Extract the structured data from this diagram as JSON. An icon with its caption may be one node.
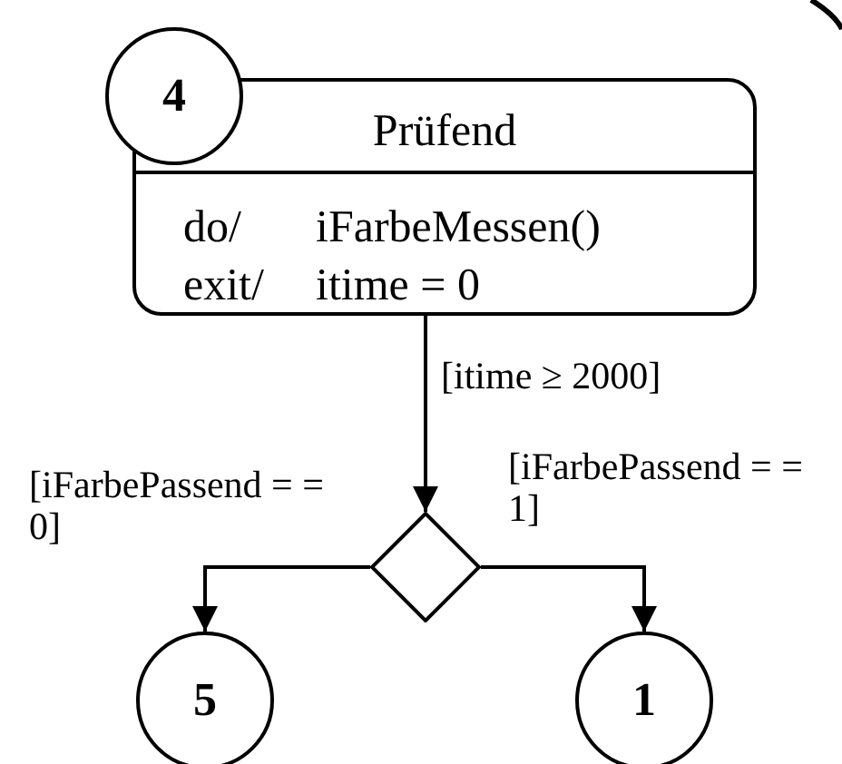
{
  "diagram": {
    "nodes": [
      {
        "text": [
          "4"
        ]
      },
      {
        "text": [
          "Prüfend",
          "do/",
          "iFarbeMessen()",
          "exit/",
          "itime = 0"
        ]
      },
      {
        "text": [],
        "shape": "diamond"
      },
      {
        "text": [
          "5"
        ]
      },
      {
        "text": [
          "1"
        ]
      }
    ],
    "edges": [
      {
        "from": 1,
        "to": 2,
        "arrow": "to",
        "label": "[itime ≥ 2000]"
      },
      {
        "from": 2,
        "to": 3,
        "arrow": "to",
        "label": "[iFarbePassend = = 0]"
      },
      {
        "from": 2,
        "to": 4,
        "arrow": "to",
        "label": "[iFarbePassend = = 1]"
      }
    ]
  }
}
